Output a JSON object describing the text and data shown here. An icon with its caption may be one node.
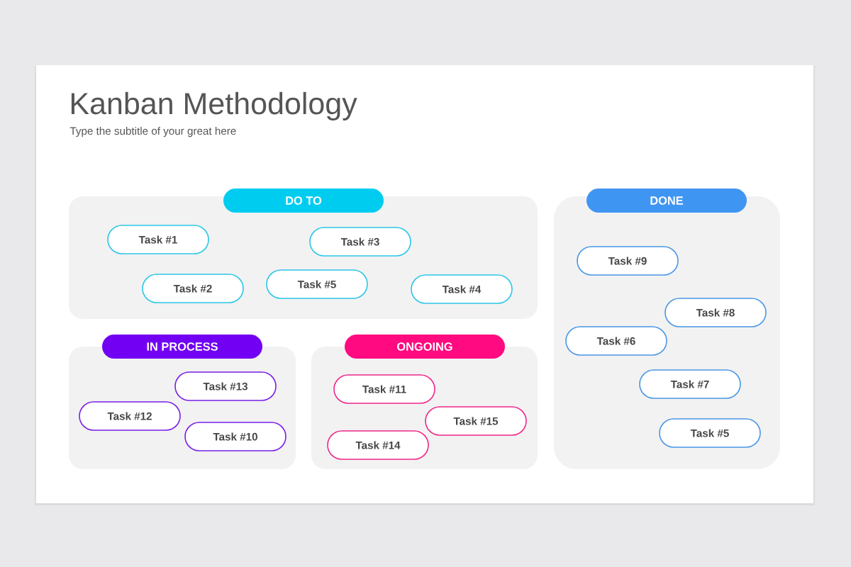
{
  "diagram": {
    "title": "Kanban Methodology",
    "nodes": [
      {
        "text": [
          "DO TO"
        ]
      },
      {
        "text": [
          "Task #1"
        ],
        "in": 0
      },
      {
        "text": [
          "Task #3"
        ],
        "in": 0
      },
      {
        "text": [
          "Task #2"
        ],
        "in": 0
      },
      {
        "text": [
          "Task #5"
        ],
        "in": 0
      },
      {
        "text": [
          "Task #4"
        ],
        "in": 0
      },
      {
        "text": [
          "DONE"
        ]
      },
      {
        "text": [
          "Task #9"
        ],
        "in": 6
      },
      {
        "text": [
          "Task #8"
        ],
        "in": 6
      },
      {
        "text": [
          "Task #6"
        ],
        "in": 6
      },
      {
        "text": [
          "Task #7"
        ],
        "in": 6
      },
      {
        "text": [
          "Task #5"
        ],
        "in": 6
      },
      {
        "text": [
          "IN PROCESS"
        ]
      },
      {
        "text": [
          "Task #13"
        ],
        "in": 12
      },
      {
        "text": [
          "Task #12"
        ],
        "in": 12
      },
      {
        "text": [
          "Task #10"
        ],
        "in": 12
      },
      {
        "text": [
          "ONGOING"
        ]
      },
      {
        "text": [
          "Task #11"
        ],
        "in": 16
      },
      {
        "text": [
          "Task #15"
        ],
        "in": 16
      },
      {
        "text": [
          "Task #14"
        ],
        "in": 16
      }
    ],
    "labels": [
      "Type the subtitle of your great here"
    ]
  }
}
